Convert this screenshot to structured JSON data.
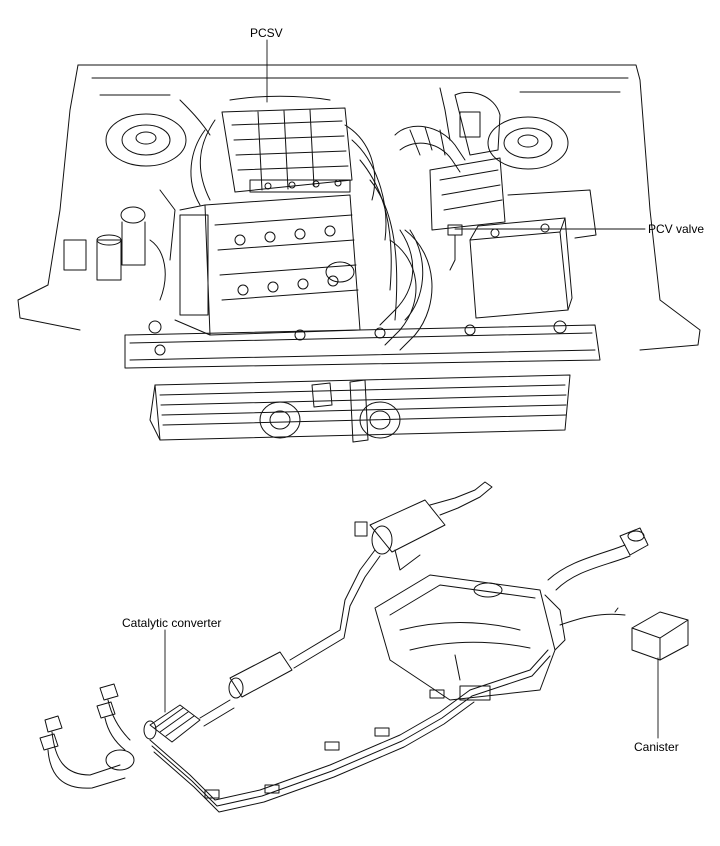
{
  "labels": {
    "pcsv": "PCSV",
    "pcv_valve": "PCV valve",
    "catalytic_converter": "Catalytic converter",
    "canister": "Canister"
  }
}
